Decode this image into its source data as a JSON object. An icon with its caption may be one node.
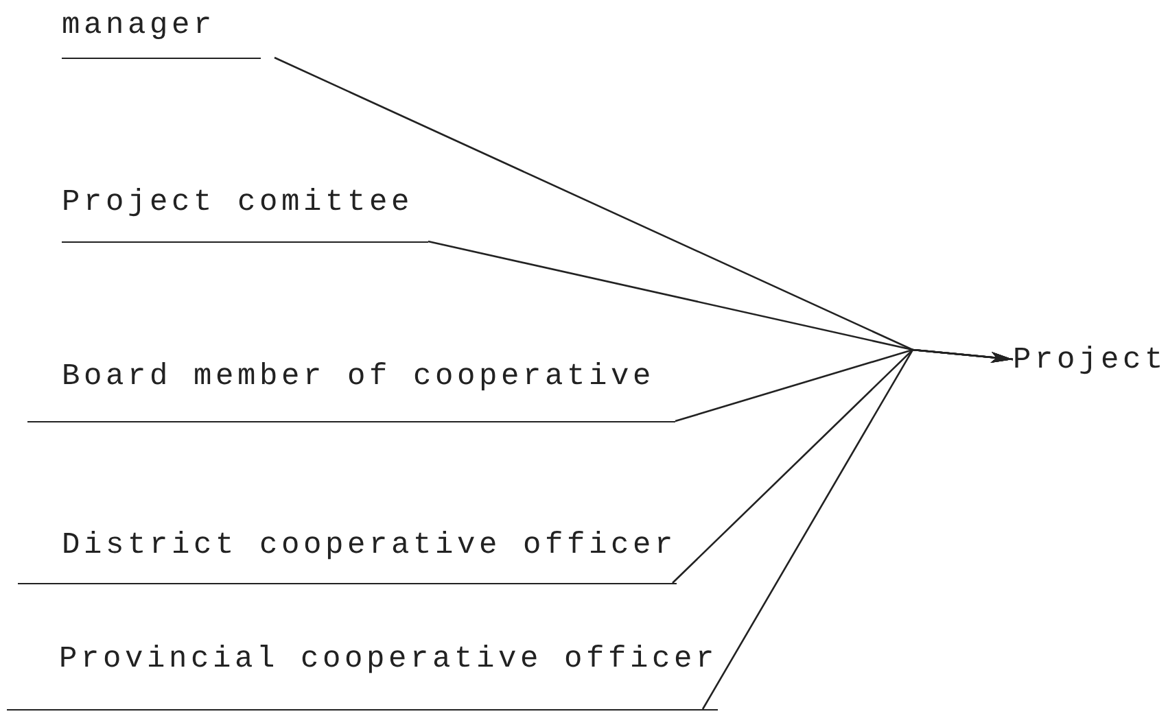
{
  "diagram": {
    "nodes": [
      {
        "text": [
          "manager"
        ]
      },
      {
        "text": [
          "Project comittee"
        ]
      },
      {
        "text": [
          "Board member of cooperative"
        ]
      },
      {
        "text": [
          "District cooperative officer"
        ]
      },
      {
        "text": [
          "Provincial cooperative officer"
        ]
      },
      {
        "text": [
          "Project"
        ]
      }
    ],
    "edges": [
      {
        "from": 0,
        "to": 5,
        "arrow": "to"
      },
      {
        "from": 1,
        "to": 5,
        "arrow": "to"
      },
      {
        "from": 2,
        "to": 5,
        "arrow": "to"
      },
      {
        "from": 3,
        "to": 5,
        "arrow": "to"
      },
      {
        "from": 4,
        "to": 5,
        "arrow": "to"
      }
    ]
  }
}
